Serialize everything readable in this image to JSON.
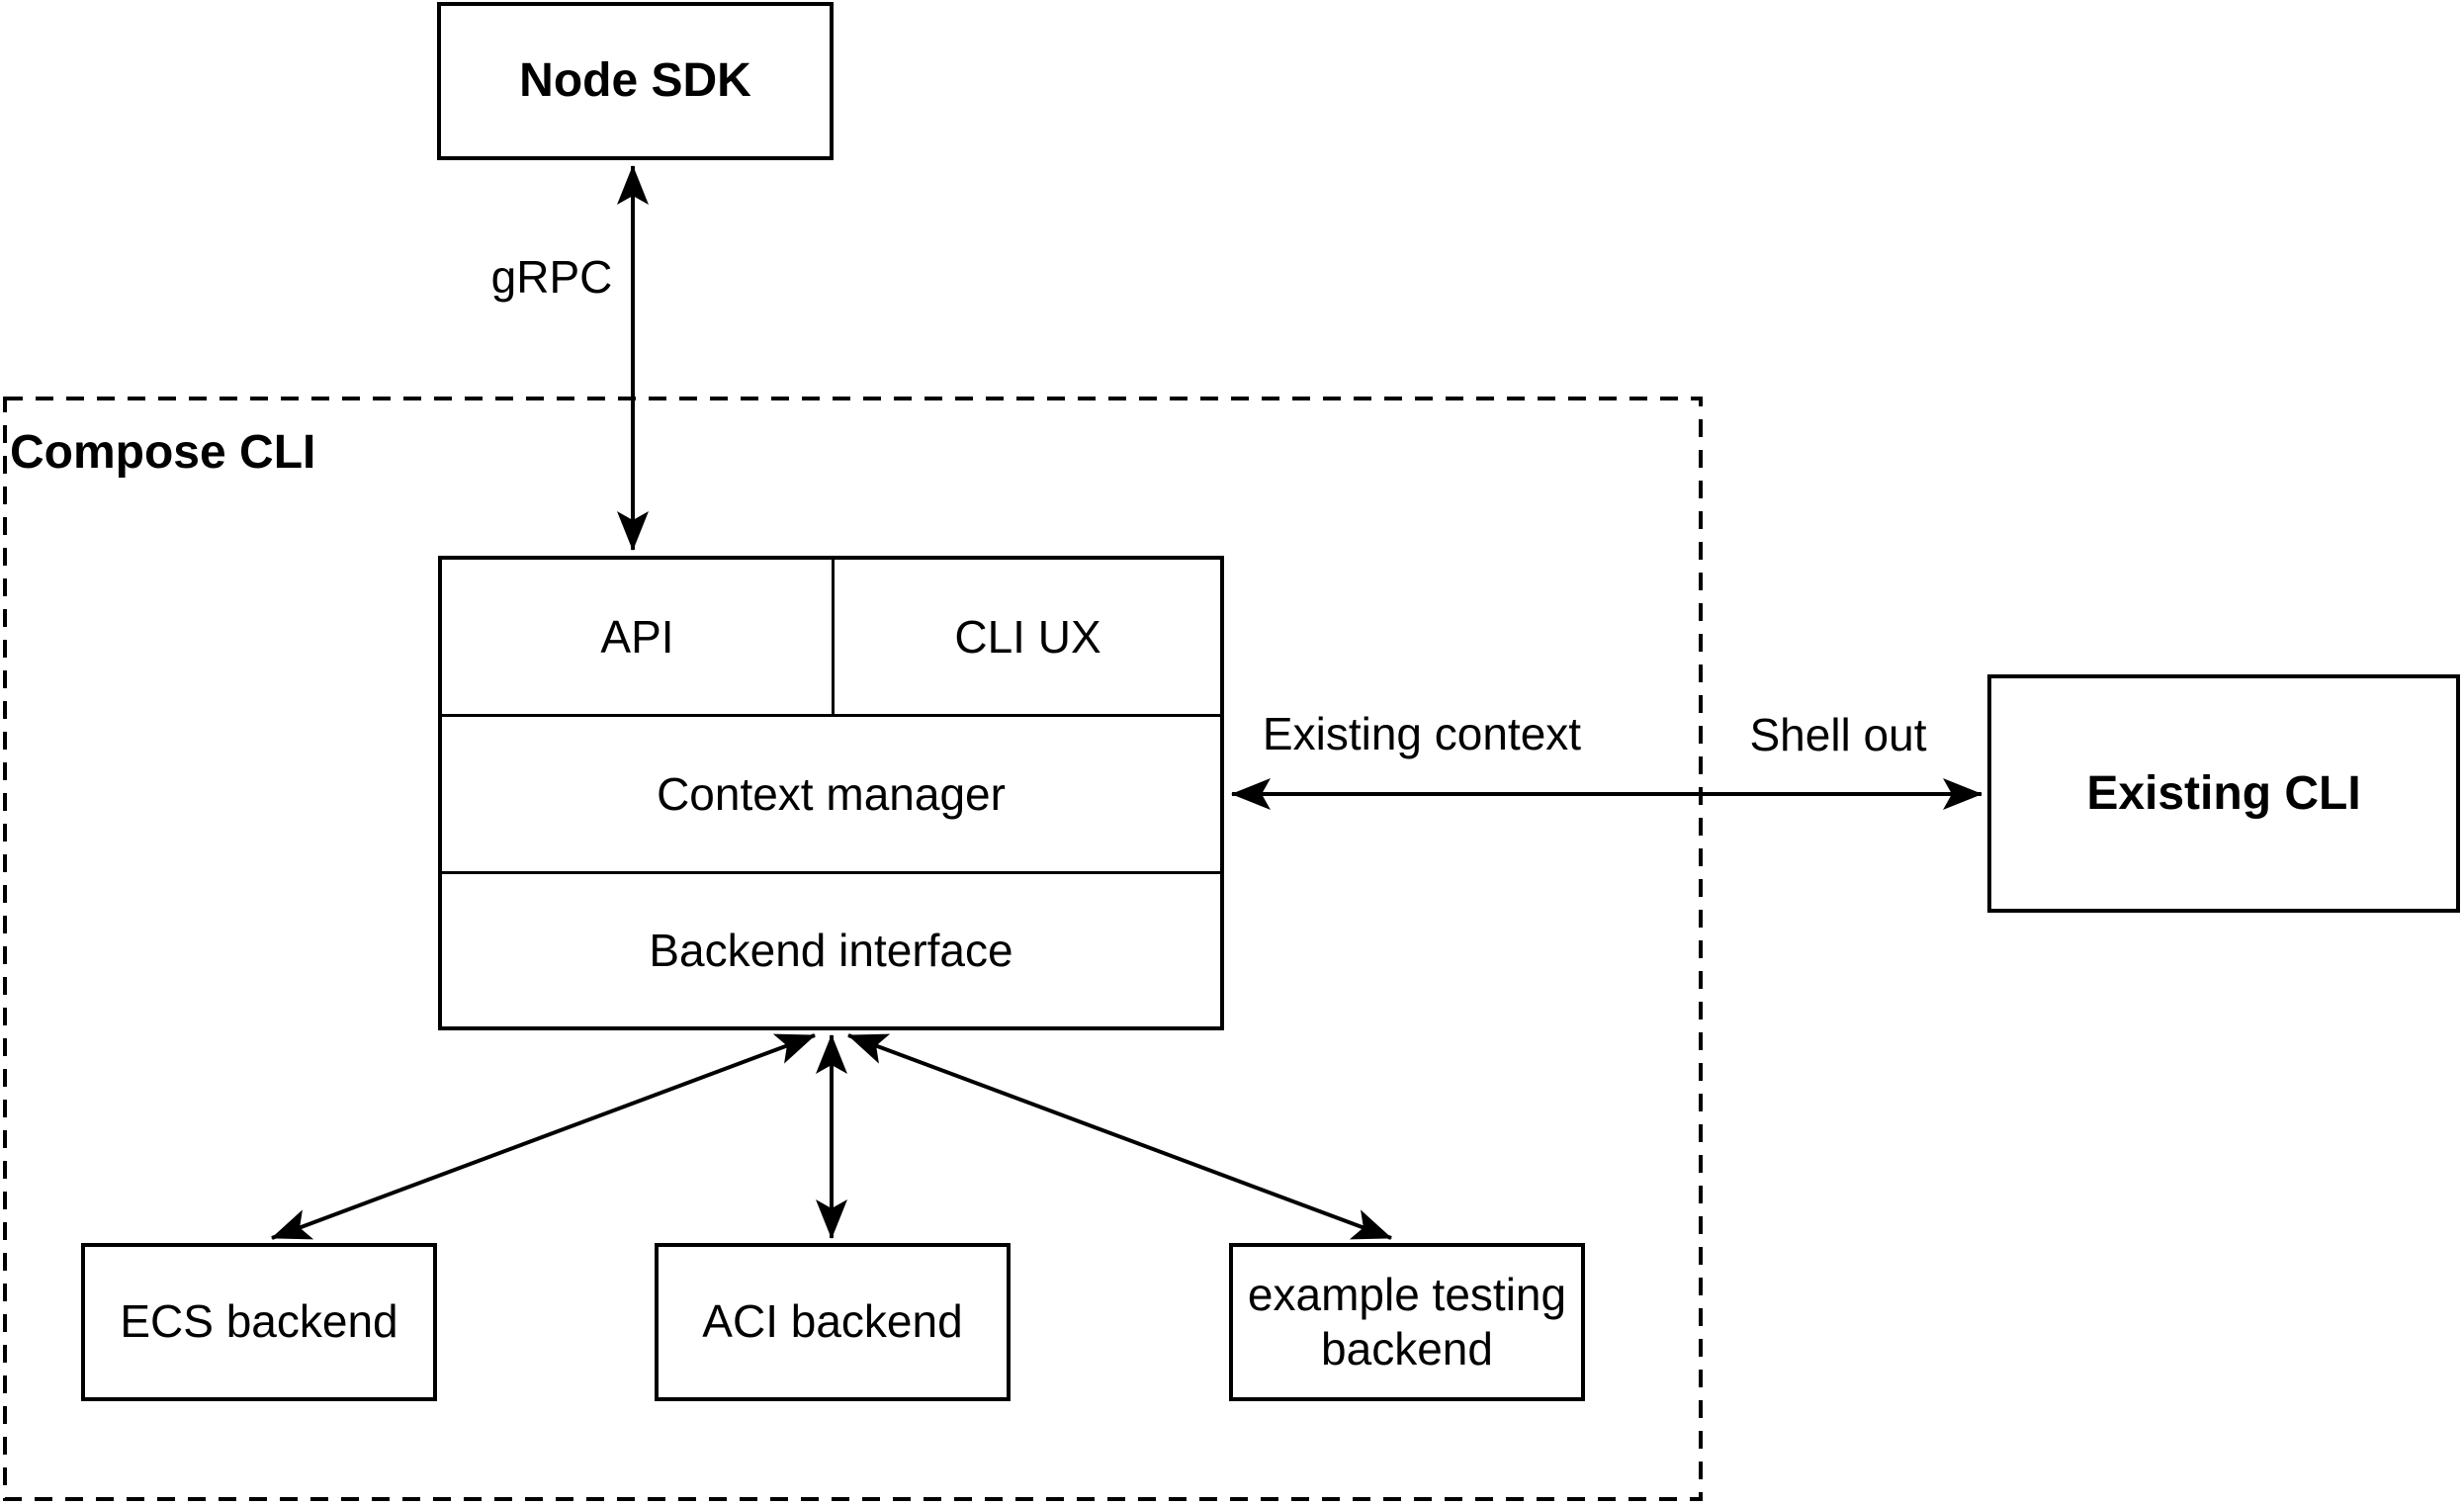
{
  "nodes": {
    "node_sdk": {
      "label": "Node SDK"
    },
    "compose_cli": {
      "label": "Compose CLI"
    },
    "api": {
      "label": "API"
    },
    "cli_ux": {
      "label": "CLI UX"
    },
    "context_manager": {
      "label": "Context manager"
    },
    "backend_interface": {
      "label": "Backend interface"
    },
    "existing_cli": {
      "label": "Existing CLI"
    },
    "ecs_backend": {
      "label": "ECS backend"
    },
    "aci_backend": {
      "label": "ACI backend"
    },
    "example_testing_backend": {
      "label": "example testing backend",
      "line1": "example testing",
      "line2": "backend"
    }
  },
  "edges": {
    "grpc": {
      "label": "gRPC"
    },
    "existing_context": {
      "label": "Existing context"
    },
    "shell_out": {
      "label": "Shell out"
    }
  },
  "colors": {
    "stroke": "#000000",
    "background": "#ffffff"
  }
}
